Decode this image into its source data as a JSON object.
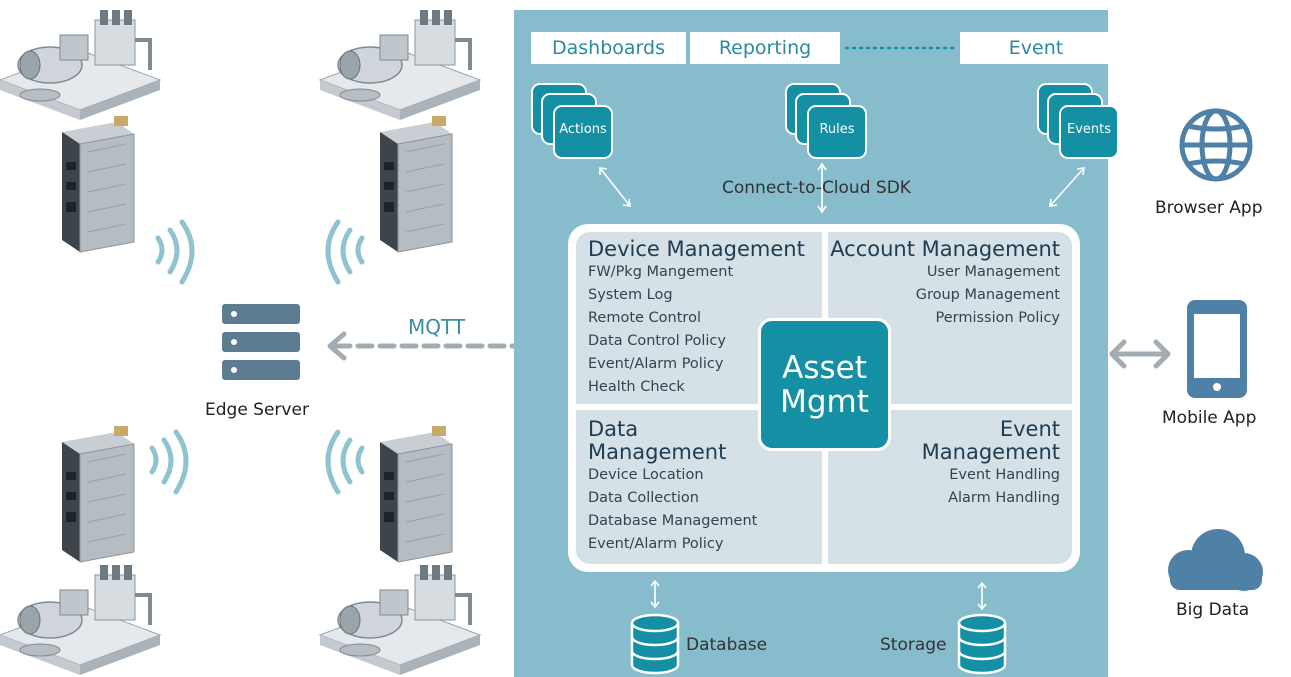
{
  "top_bar": {
    "dashboards": "Dashboards",
    "reporting": "Reporting",
    "event": "Event"
  },
  "stacks": {
    "actions": "Actions",
    "rules": "Rules",
    "events": "Events"
  },
  "sdk_label": "Connect-to-Cloud SDK",
  "device_management": {
    "title": "Device Management",
    "items": [
      "FW/Pkg Mangement",
      "System Log",
      "Remote Control",
      "Data Control Policy",
      "Event/Alarm Policy",
      "Health Check"
    ]
  },
  "account_management": {
    "title": "Account Management",
    "items": [
      "User Management",
      "Group Management",
      "Permission Policy"
    ]
  },
  "data_management": {
    "title_line1": "Data",
    "title_line2": "Management",
    "items": [
      "Device Location",
      "Data Collection",
      "Database Management",
      "Event/Alarm Policy"
    ]
  },
  "event_management": {
    "title_line1": "Event",
    "title_line2": "Management",
    "items": [
      "Event Handling",
      "Alarm Handling"
    ]
  },
  "center": {
    "line1": "Asset",
    "line2": "Mgmt"
  },
  "storage_labels": {
    "database": "Database",
    "storage": "Storage"
  },
  "protocol": "MQTT",
  "edge_server": "Edge Server",
  "clients": {
    "browser": "Browser App",
    "mobile": "Mobile App",
    "bigdata": "Big Data"
  },
  "colors": {
    "panel": "#86bccb",
    "teal": "#148fa3",
    "quad": "#d6e0e7",
    "icon": "#4f80a6",
    "server": "#5d7c92",
    "arrow": "#a3acb3"
  }
}
